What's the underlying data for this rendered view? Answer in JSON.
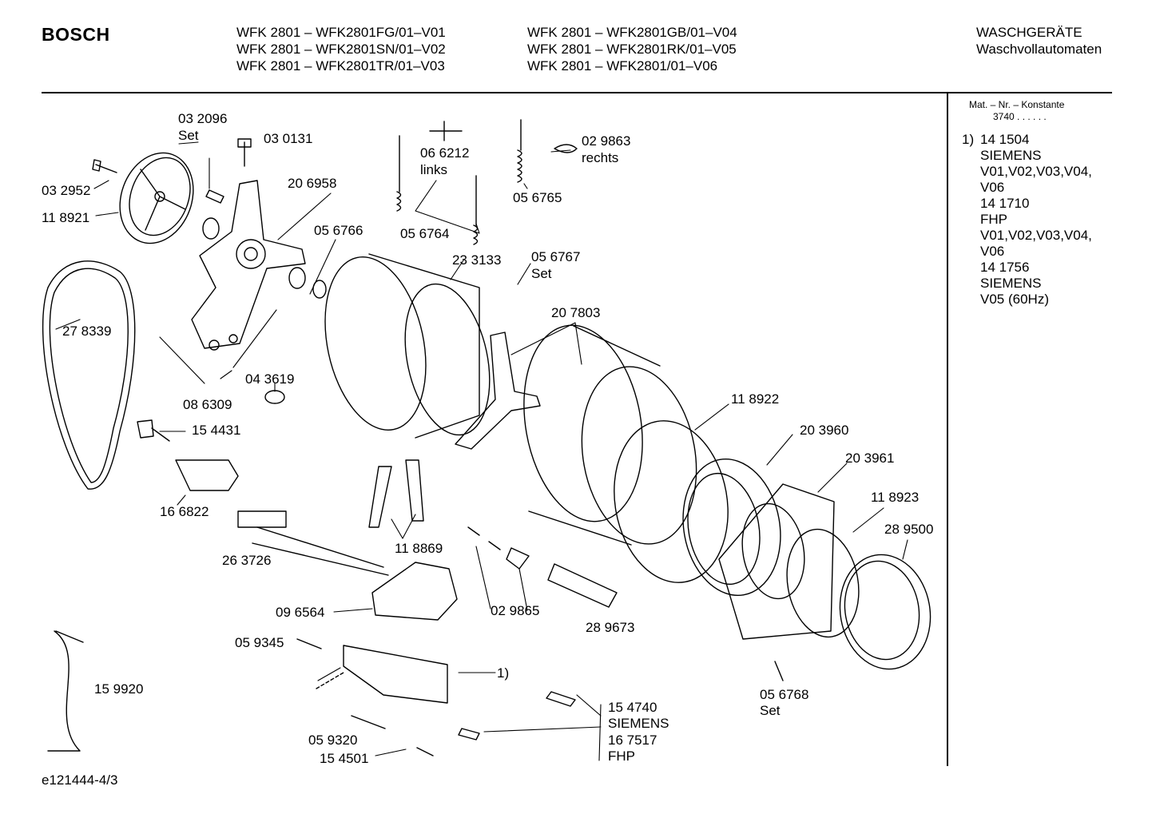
{
  "header": {
    "brand": "BOSCH",
    "models_left": [
      "WFK 2801 – WFK2801FG/01–V01",
      "WFK 2801 – WFK2801SN/01–V02",
      "WFK 2801 – WFK2801TR/01–V03"
    ],
    "models_right": [
      "WFK 2801 – WFK2801GB/01–V04",
      "WFK 2801 – WFK2801RK/01–V05",
      "WFK 2801 – WFK2801/01–V06"
    ],
    "category_1": "WASCHGERÄTE",
    "category_2": "Waschvollautomaten"
  },
  "sidebar": {
    "mat_label": "Mat. – Nr. – Konstante",
    "mat_value": "3740 . . . . . .",
    "note_number": "1)",
    "note_lines": [
      "14 1504",
      "SIEMENS",
      "V01,V02,V03,V04,",
      "V06",
      "14 1710",
      "FHP",
      "V01,V02,V03,V04,",
      "V06",
      "14 1756",
      "SIEMENS",
      "V05 (60Hz)"
    ]
  },
  "parts": {
    "p032096": "03 2096",
    "p032096_set": "Set",
    "p030131": "03 0131",
    "p032952": "03 2952",
    "p118921": "11 8921",
    "p206958": "20 6958",
    "p056766": "05 6766",
    "p278339": "27 8339",
    "p086309": "08 6309",
    "p043619": "04 3619",
    "p154431": "15 4431",
    "p166822": "16 6822",
    "p263726": "26 3726",
    "p066212": "06 6212",
    "p066212_side": "links",
    "p056764": "05 6764",
    "p029863": "02 9863",
    "p029863_side": "rechts",
    "p056765": "05 6765",
    "p233133": "23 3133",
    "p056767": "05 6767",
    "p056767_set": "Set",
    "p207803": "20 7803",
    "p118922": "11 8922",
    "p203960": "20 3960",
    "p203961": "20 3961",
    "p118923": "11 8923",
    "p289500": "28 9500",
    "p118869": "11 8869",
    "p029865": "02 9865",
    "p289673": "28 9673",
    "p096564": "09 6564",
    "p059345": "05 9345",
    "p159920": "15 9920",
    "p059320": "05 9320",
    "p154501": "15 4501",
    "motor_note": "1)",
    "p154740": "15 4740",
    "p154740_brand": "SIEMENS",
    "p167517": "16 7517",
    "p167517_brand": "FHP",
    "p056768": "05 6768",
    "p056768_set": "Set"
  },
  "footer": {
    "drawing_code": "e121444-4/3"
  }
}
